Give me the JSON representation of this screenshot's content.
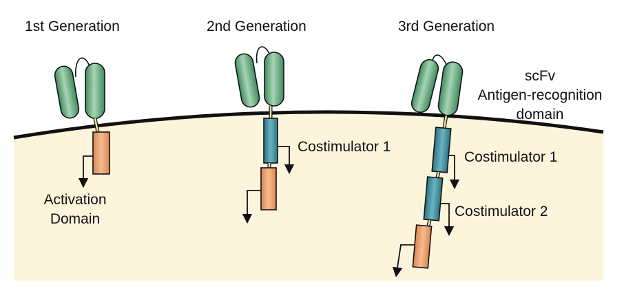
{
  "generations": [
    {
      "title": "1st Generation"
    },
    {
      "title": "2nd Generation"
    },
    {
      "title": "3rd Generation"
    }
  ],
  "labels": {
    "scfv_line1": "scFv",
    "scfv_line2": "Antigen-recognition",
    "scfv_line3": "domain",
    "activation_line1": "Activation",
    "activation_line2": "Domain",
    "costimulator_1": "Costimulator 1",
    "costimulator_2": "Costimulator 2"
  },
  "colors": {
    "cytoplasm": "#fdf4dc",
    "membrane": "#111111",
    "scfv_green": "#62a97e",
    "costim_teal": "#3f8f9f",
    "activation_orange": "#ec9b66",
    "linker": "#f1e2a6"
  }
}
